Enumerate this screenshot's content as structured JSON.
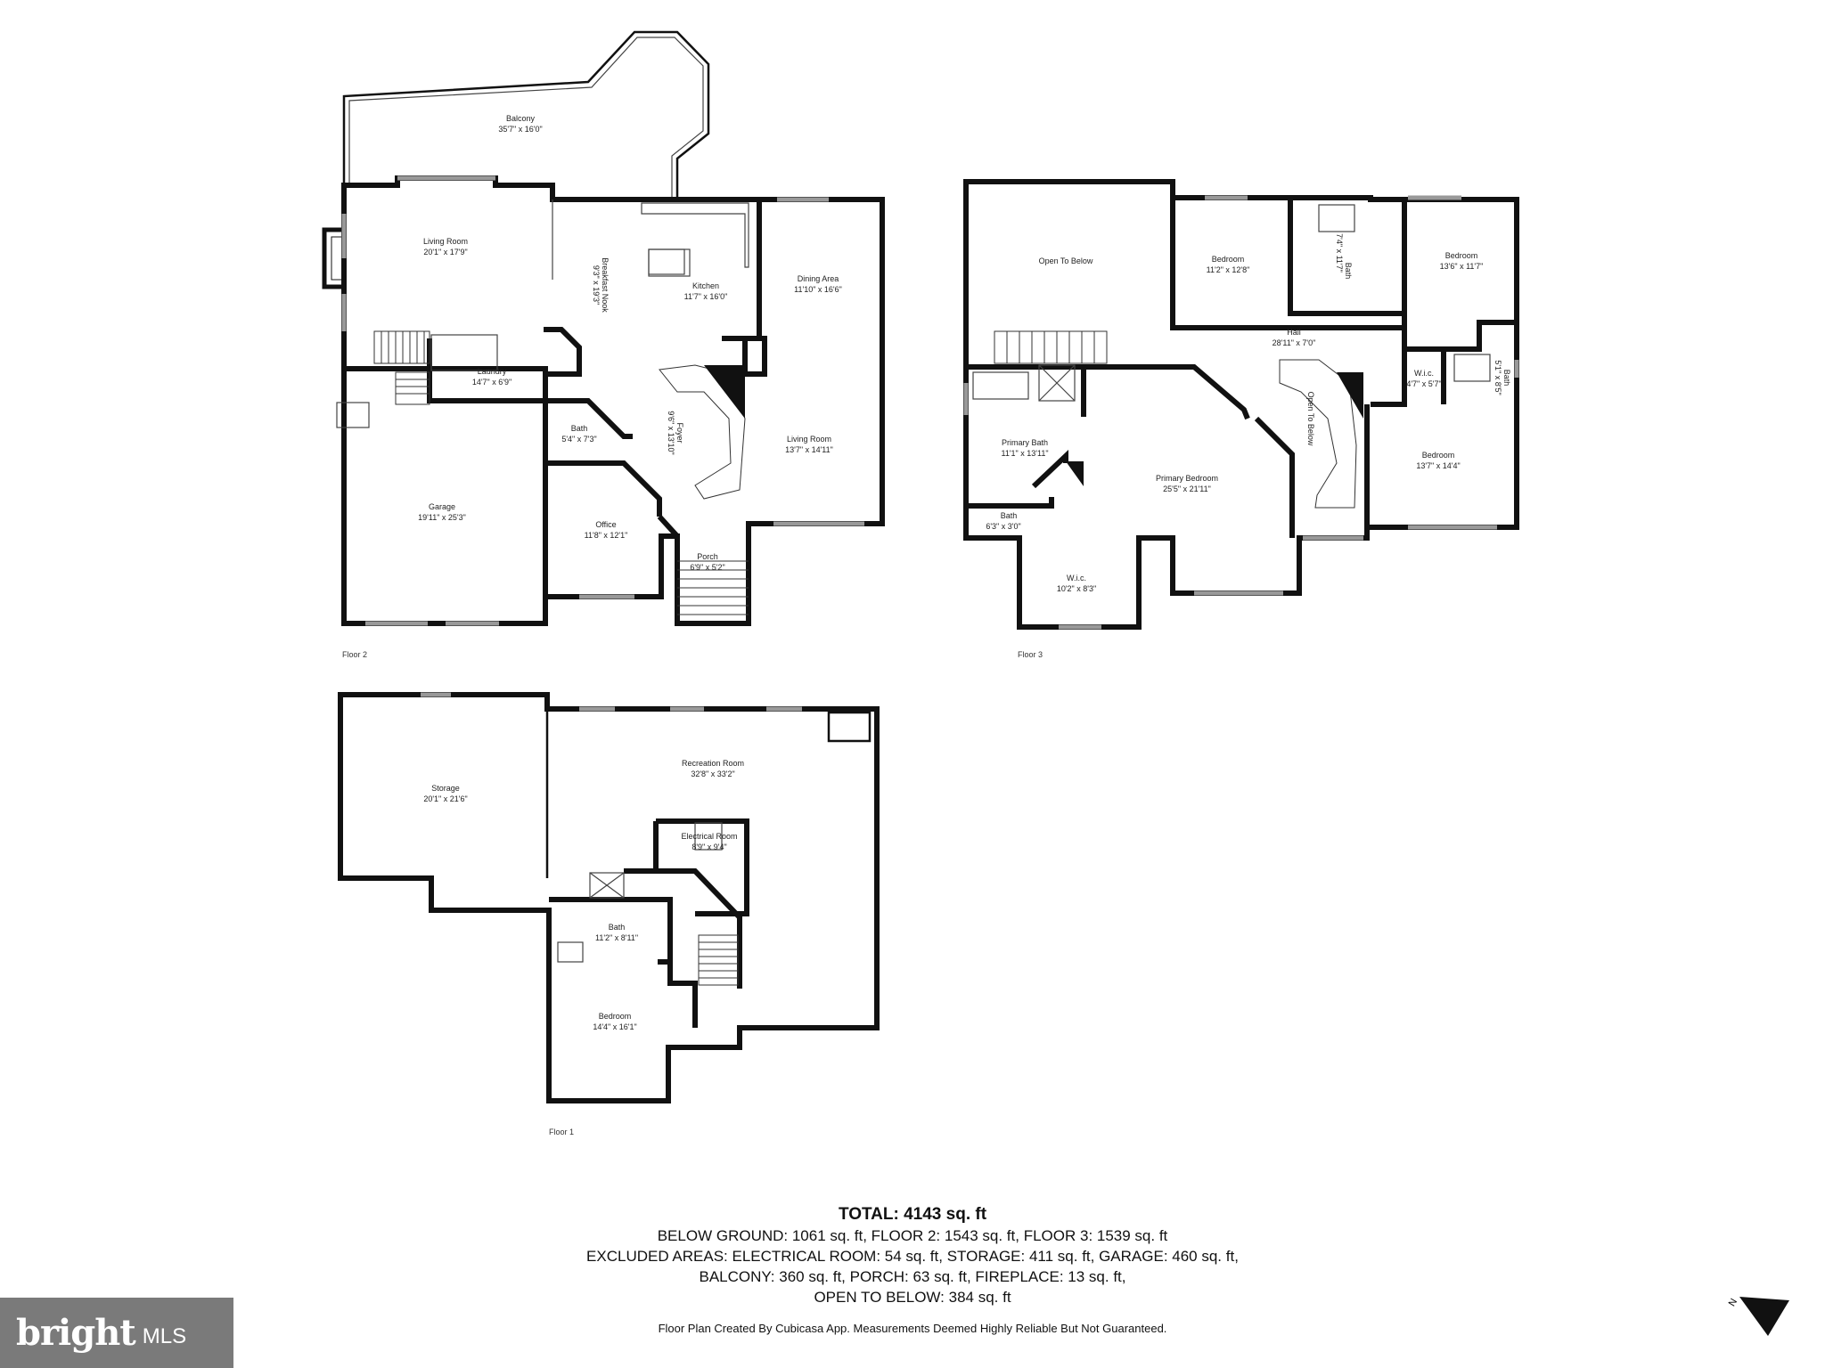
{
  "floor2": {
    "label": "Floor 2",
    "rooms": {
      "balcony": {
        "name": "Balcony",
        "dim": "35'7\" x 16'0\""
      },
      "living_room": {
        "name": "Living Room",
        "dim": "20'1\" x 17'9\""
      },
      "breakfast_nook": {
        "name": "Breakfast Nook",
        "dim": "9'3\" x 19'3\""
      },
      "kitchen": {
        "name": "Kitchen",
        "dim": "11'7\" x 16'0\""
      },
      "dining_area": {
        "name": "Dining Area",
        "dim": "11'10\" x 16'6\""
      },
      "laundry": {
        "name": "Laundry",
        "dim": "14'7\" x 6'9\""
      },
      "bath": {
        "name": "Bath",
        "dim": "5'4\" x 7'3\""
      },
      "foyer": {
        "name": "Foyer",
        "dim": "9'6\" x 13'10\""
      },
      "living_room_2": {
        "name": "Living Room",
        "dim": "13'7\" x 14'11\""
      },
      "garage": {
        "name": "Garage",
        "dim": "19'11\" x 25'3\""
      },
      "office": {
        "name": "Office",
        "dim": "11'8\" x 12'1\""
      },
      "porch": {
        "name": "Porch",
        "dim": "6'9\" x 5'2\""
      }
    }
  },
  "floor3": {
    "label": "Floor 3",
    "rooms": {
      "open_to_below": {
        "name": "Open To Below"
      },
      "bedroom_a": {
        "name": "Bedroom",
        "dim": "11'2\" x 12'8\""
      },
      "bath_a": {
        "name": "Bath",
        "dim": "7'4\" x 11'7\""
      },
      "bedroom_b": {
        "name": "Bedroom",
        "dim": "13'6\" x 11'7\""
      },
      "hall": {
        "name": "Hall",
        "dim": "28'11\" x 7'0\""
      },
      "wic_a": {
        "name": "W.i.c.",
        "dim": "4'7\" x 5'7\""
      },
      "bath_b": {
        "name": "Bath",
        "dim": "5'1\" x 8'5\""
      },
      "primary_bath": {
        "name": "Primary Bath",
        "dim": "11'1\" x 13'11\""
      },
      "primary_bedroom": {
        "name": "Primary Bedroom",
        "dim": "25'5\" x 21'11\""
      },
      "open_to_below_2": {
        "name": "Open To Below"
      },
      "bedroom_c": {
        "name": "Bedroom",
        "dim": "13'7\" x 14'4\""
      },
      "bath_c": {
        "name": "Bath",
        "dim": "6'3\" x 3'0\""
      },
      "wic_b": {
        "name": "W.i.c.",
        "dim": "10'2\" x 8'3\""
      }
    }
  },
  "floor1": {
    "label": "Floor 1",
    "rooms": {
      "storage": {
        "name": "Storage",
        "dim": "20'1\" x 21'6\""
      },
      "recreation_room": {
        "name": "Recreation Room",
        "dim": "32'8\" x 33'2\""
      },
      "electrical_room": {
        "name": "Electrical Room",
        "dim": "8'9\" x 9'4\""
      },
      "bath": {
        "name": "Bath",
        "dim": "11'2\" x 8'11\""
      },
      "bedroom": {
        "name": "Bedroom",
        "dim": "14'4\" x 16'1\""
      }
    }
  },
  "summary": {
    "total": "TOTAL: 4143 sq. ft",
    "line1": "BELOW GROUND: 1061 sq. ft, FLOOR 2: 1543 sq. ft, FLOOR 3: 1539 sq. ft",
    "line2": "EXCLUDED AREAS: ELECTRICAL ROOM: 54 sq. ft, STORAGE: 411 sq. ft, GARAGE: 460 sq. ft,",
    "line3": "BALCONY: 360 sq. ft, PORCH: 63 sq. ft, FIREPLACE: 13 sq. ft,",
    "line4": "OPEN TO BELOW: 384 sq. ft",
    "disclaimer": "Floor Plan Created By Cubicasa App. Measurements Deemed Highly Reliable But Not Guaranteed."
  },
  "branding": {
    "logo_main": "bright",
    "logo_suffix": "MLS"
  },
  "compass": {
    "label": "N",
    "icon": "north-arrow-icon"
  }
}
